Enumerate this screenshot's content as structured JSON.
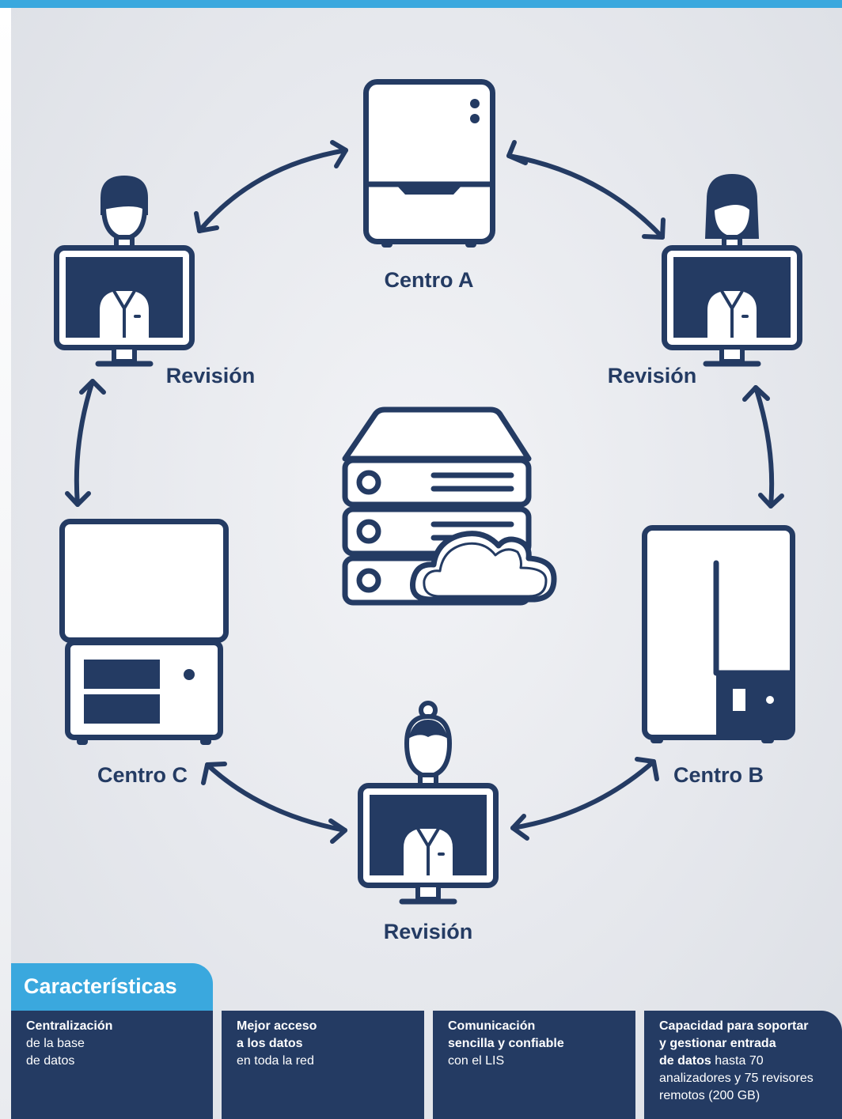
{
  "nodes": {
    "center_a": "Centro A",
    "center_b": "Centro B",
    "center_c": "Centro C",
    "review_left": "Revisión",
    "review_right": "Revisión",
    "review_bottom": "Revisión"
  },
  "features": {
    "title": "Características",
    "items": [
      {
        "bold": [
          "Centralización"
        ],
        "normal": [
          "de la base",
          "de datos"
        ]
      },
      {
        "bold": [
          "Mejor acceso",
          "a los datos"
        ],
        "normal": [
          "en toda la red"
        ]
      },
      {
        "bold": [
          "Comunicación",
          "sencilla y confiable"
        ],
        "normal": [
          "con el LIS"
        ]
      },
      {
        "bold": [
          "Capacidad para soportar",
          "y gestionar entrada",
          "de datos"
        ],
        "bold_tail_normal": " hasta 70",
        "normal": [
          "analizadores y 75 revisores",
          "remotos (200 GB)"
        ]
      }
    ]
  },
  "colors": {
    "navy": "#243b63",
    "accent": "#3aa8de",
    "background": "#e6e8ed"
  },
  "icons": [
    "analyzer-icon",
    "reviewer-monitor-icon",
    "server-cloud-icon",
    "bidirectional-arrow-icon"
  ]
}
